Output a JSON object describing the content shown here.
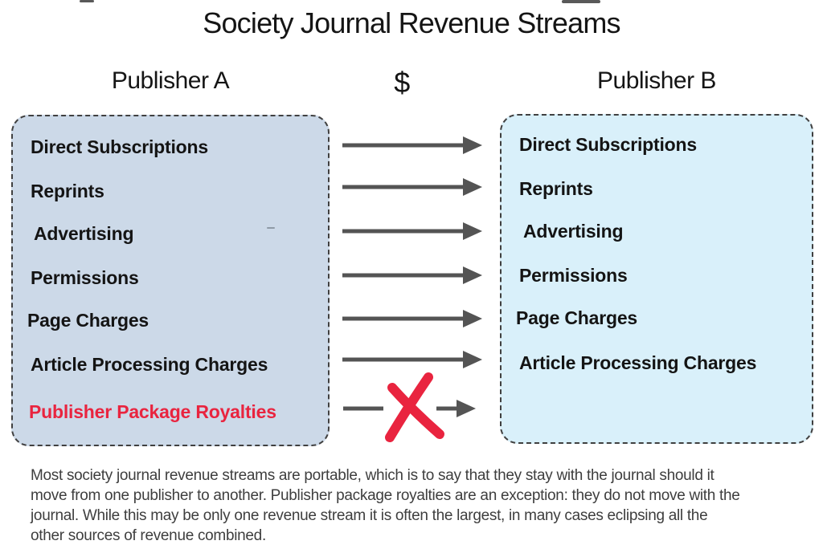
{
  "title": "Society Journal Revenue Streams",
  "headers": {
    "publisher_a": "Publisher A",
    "money_symbol": "$",
    "publisher_b": "Publisher B"
  },
  "publisher_a": {
    "items": [
      "Direct Subscriptions",
      "Reprints",
      "Advertising",
      "Permissions",
      "Page Charges",
      "Article Processing Charges",
      "Publisher Package Royalties"
    ]
  },
  "publisher_b": {
    "items": [
      "Direct Subscriptions",
      "Reprints",
      "Advertising",
      "Permissions",
      "Page Charges",
      "Article Processing Charges"
    ]
  },
  "blocked_stream": "Publisher Package Royalties",
  "caption_lines": [
    "Most society journal revenue streams are portable, which is to say that they stay with the journal should it",
    "move from one publisher to another. Publisher package royalties are an exception: they do not move with the",
    "journal. While this may be only one revenue stream it is often the largest, in many cases eclipsing all the",
    "other sources of revenue combined."
  ],
  "colors": {
    "publisher_a_fill": "#ccd9e8",
    "publisher_b_fill": "#d9f0fa",
    "box_border": "#404040",
    "arrow": "#545454",
    "blocked_red": "#e9243f",
    "title_text": "#151515",
    "caption_text": "#3e3e3e"
  }
}
